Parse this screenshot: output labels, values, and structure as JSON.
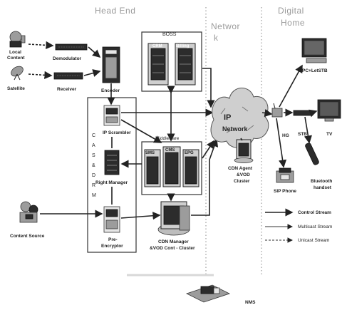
{
  "headers": {
    "head_end": "Head End",
    "network_line1": "Networ",
    "network_line2": "k",
    "digital_home_line1": "Digital",
    "digital_home_line2": "Home"
  },
  "nodes": {
    "local_content": [
      "Local",
      "Content"
    ],
    "satellite": "Satellite",
    "demodulator": "Demodulator",
    "receiver": "Receiver",
    "encoder": "Encoder",
    "ip_scrambler": "IP Scrambler",
    "right_manager": "Right Manager",
    "pre_encryptor": [
      "Pre-",
      "Encryptor"
    ],
    "content_source": "Content Source",
    "cas_drm": [
      "C",
      "A",
      "S",
      "&",
      "D",
      "R",
      "M"
    ],
    "boss": "BOSS",
    "crm": "CRM",
    "billing": "Billing",
    "middleware": "Middleware",
    "sms": "SMS",
    "cms": "CMS",
    "epg": "EPG",
    "cdn_manager": [
      "CDN Manager",
      "&VOD Cont - Cluster"
    ],
    "ip_network": [
      "IP",
      "Network"
    ],
    "cdn_agent": [
      "CDN Agent",
      "&VOD",
      "Cluster"
    ],
    "pc_stb": "PC+LetSTB",
    "hg": "HG",
    "stb": "STB",
    "tv": "TV",
    "sip_phone": "SIP Phone",
    "bluetooth_handset": [
      "Bluetooth",
      "handset"
    ],
    "nms": "NMS"
  },
  "legend": {
    "control": "Control Stream",
    "multicast": "Multicast Stream",
    "unicast": "Unicast Stream"
  }
}
